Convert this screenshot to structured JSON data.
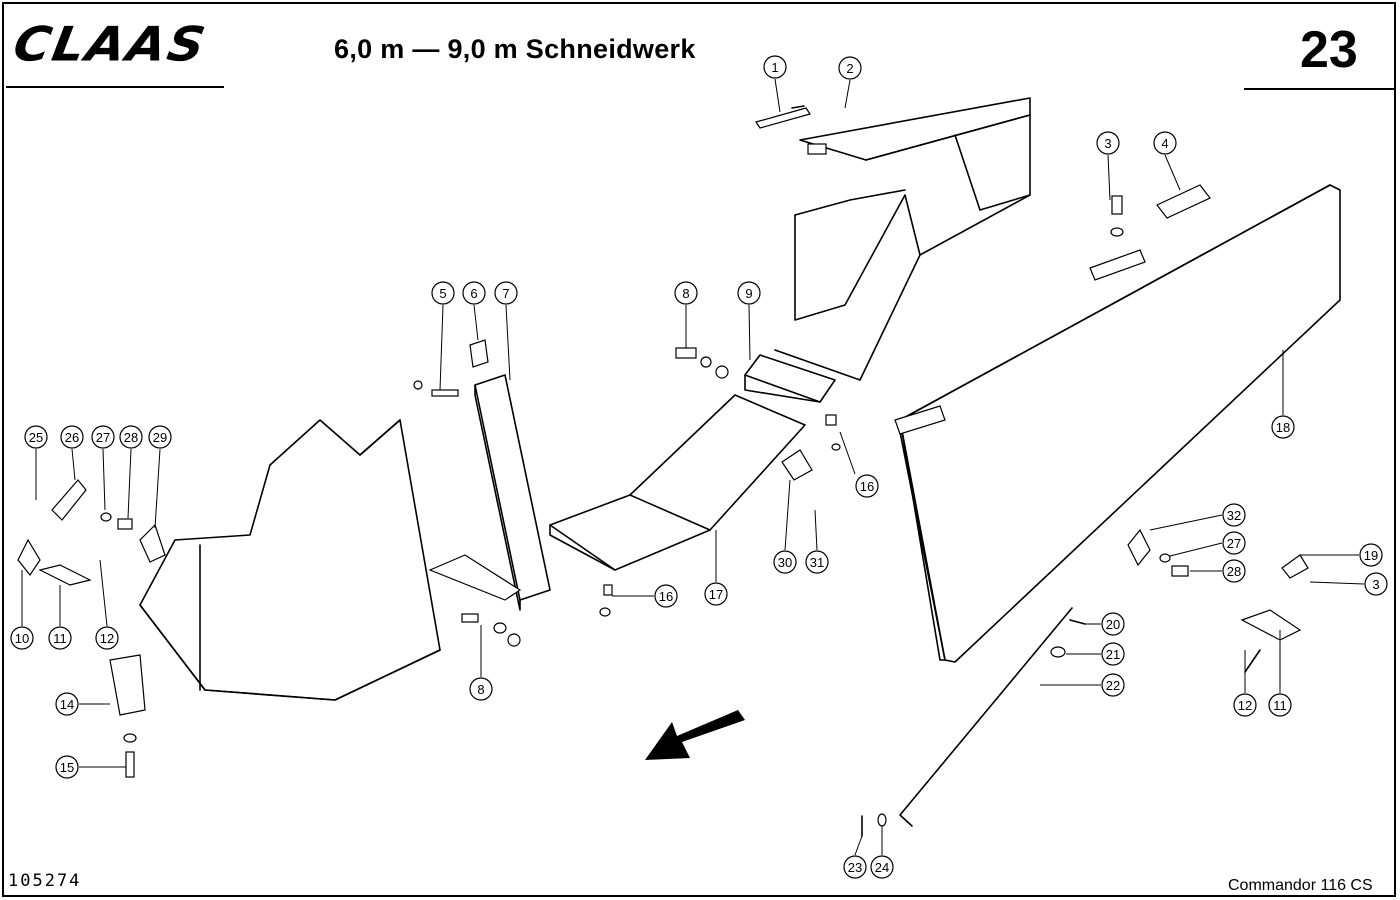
{
  "header": {
    "brand": "CLAAS",
    "title": "6,0 m — 9,0 m Schneidwerk",
    "page_number": "23"
  },
  "footer": {
    "drawing_number": "105274",
    "model": "Commandor 116 CS"
  },
  "callouts": [
    {
      "id": "c1",
      "label": "1"
    },
    {
      "id": "c2",
      "label": "2"
    },
    {
      "id": "c3a",
      "label": "3"
    },
    {
      "id": "c4",
      "label": "4"
    },
    {
      "id": "c5",
      "label": "5"
    },
    {
      "id": "c6",
      "label": "6"
    },
    {
      "id": "c7",
      "label": "7"
    },
    {
      "id": "c8a",
      "label": "8"
    },
    {
      "id": "c9",
      "label": "9"
    },
    {
      "id": "c16a",
      "label": "16"
    },
    {
      "id": "c18",
      "label": "18"
    },
    {
      "id": "c25",
      "label": "25"
    },
    {
      "id": "c26",
      "label": "26"
    },
    {
      "id": "c27a",
      "label": "27"
    },
    {
      "id": "c28a",
      "label": "28"
    },
    {
      "id": "c29",
      "label": "29"
    },
    {
      "id": "c10",
      "label": "10"
    },
    {
      "id": "c11a",
      "label": "11"
    },
    {
      "id": "c12a",
      "label": "12"
    },
    {
      "id": "c14",
      "label": "14"
    },
    {
      "id": "c15",
      "label": "15"
    },
    {
      "id": "c8b",
      "label": "8"
    },
    {
      "id": "c16b",
      "label": "16"
    },
    {
      "id": "c17",
      "label": "17"
    },
    {
      "id": "c30",
      "label": "30"
    },
    {
      "id": "c31",
      "label": "31"
    },
    {
      "id": "c32",
      "label": "32"
    },
    {
      "id": "c27b",
      "label": "27"
    },
    {
      "id": "c28b",
      "label": "28"
    },
    {
      "id": "c19",
      "label": "19"
    },
    {
      "id": "c3b",
      "label": "3"
    },
    {
      "id": "c20",
      "label": "20"
    },
    {
      "id": "c21",
      "label": "21"
    },
    {
      "id": "c22",
      "label": "22"
    },
    {
      "id": "c12b",
      "label": "12"
    },
    {
      "id": "c11b",
      "label": "11"
    },
    {
      "id": "c23",
      "label": "23"
    },
    {
      "id": "c24",
      "label": "24"
    }
  ]
}
